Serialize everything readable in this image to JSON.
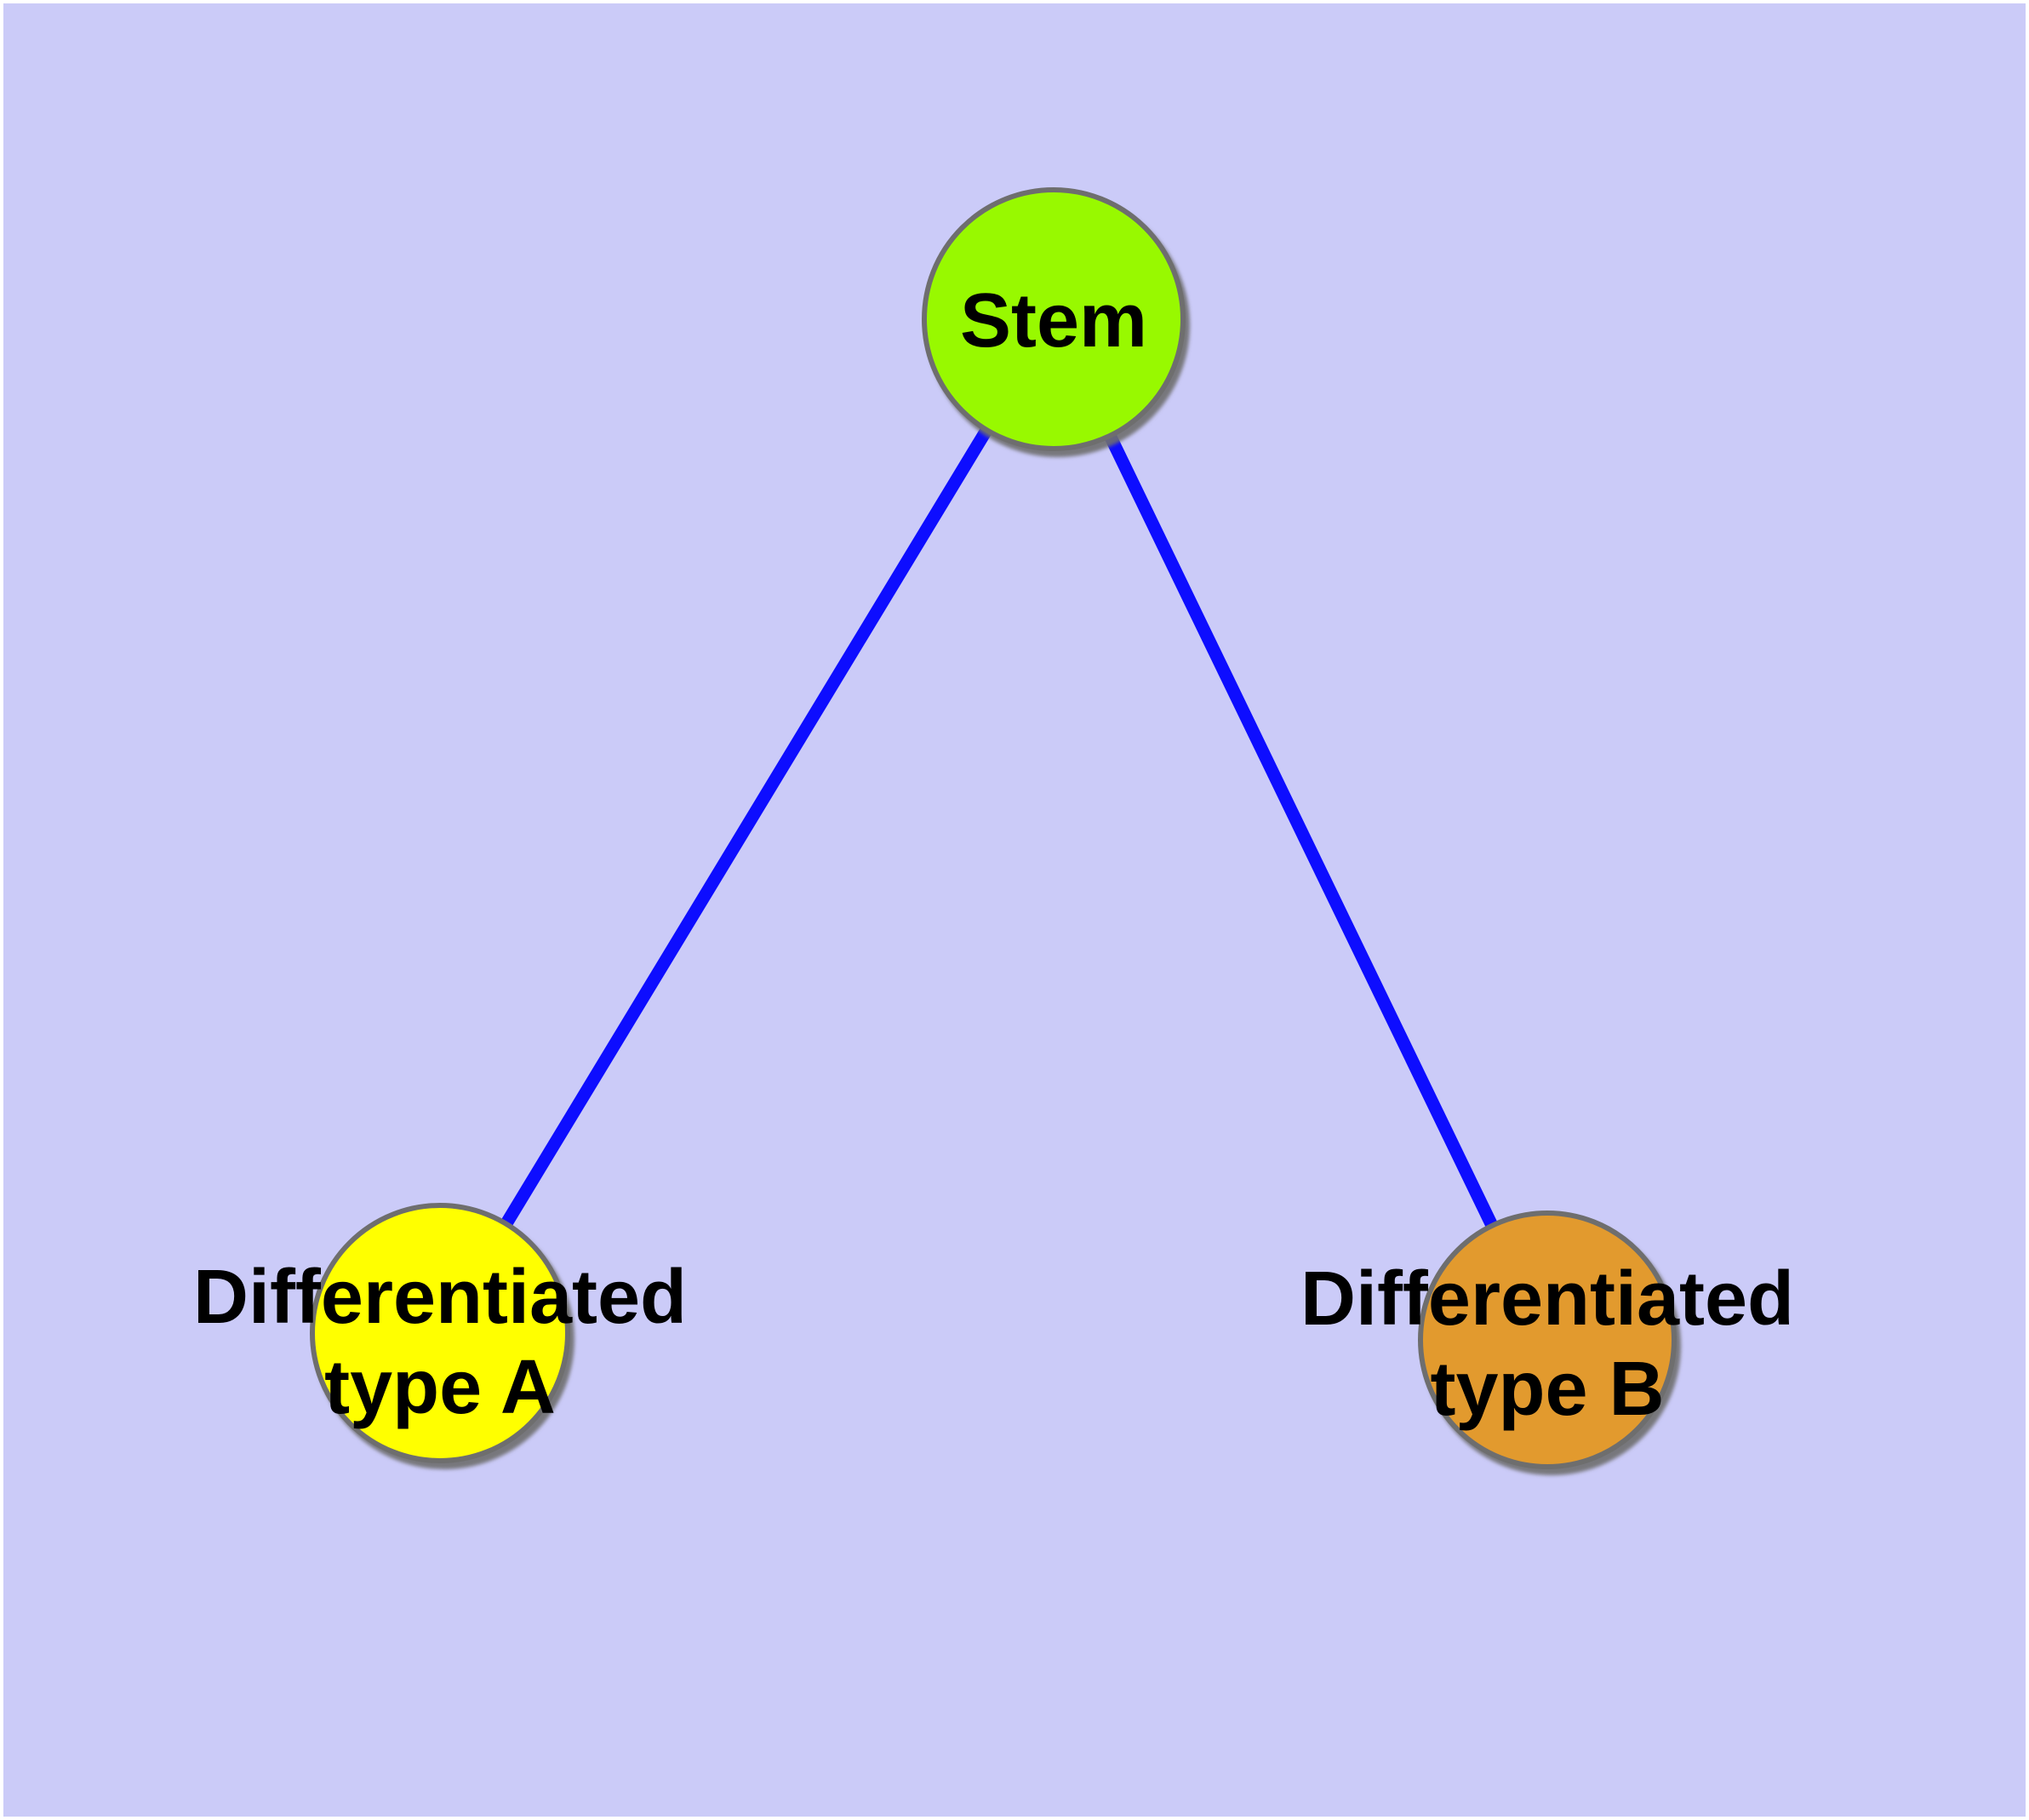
{
  "diagram": {
    "type": "node-link-graph",
    "background_color": "#CBCBF8",
    "frame_color": "#FFFFFF",
    "edge_color": "#0D0DFF",
    "node_border_color": "#6E6E6E",
    "node_shadow_color": "#6E6E6E",
    "label_color": "#000000",
    "nodes": [
      {
        "id": "stem",
        "label": "Stem",
        "label_line1": "Stem",
        "label_line2": "",
        "fill": "#98F900",
        "shape": "circle"
      },
      {
        "id": "type-a",
        "label": "Differentiated type A",
        "label_line1": "Differentiated",
        "label_line2": "type A",
        "fill": "#FFFF00",
        "shape": "circle"
      },
      {
        "id": "type-b",
        "label": "Differentiated type B",
        "label_line1": "Differentiated",
        "label_line2": "type B",
        "fill": "#E29A2E",
        "shape": "circle"
      }
    ],
    "edges": [
      {
        "from": "Stem",
        "to": "Differentiated type A"
      },
      {
        "from": "Stem",
        "to": "Differentiated type B"
      }
    ]
  }
}
